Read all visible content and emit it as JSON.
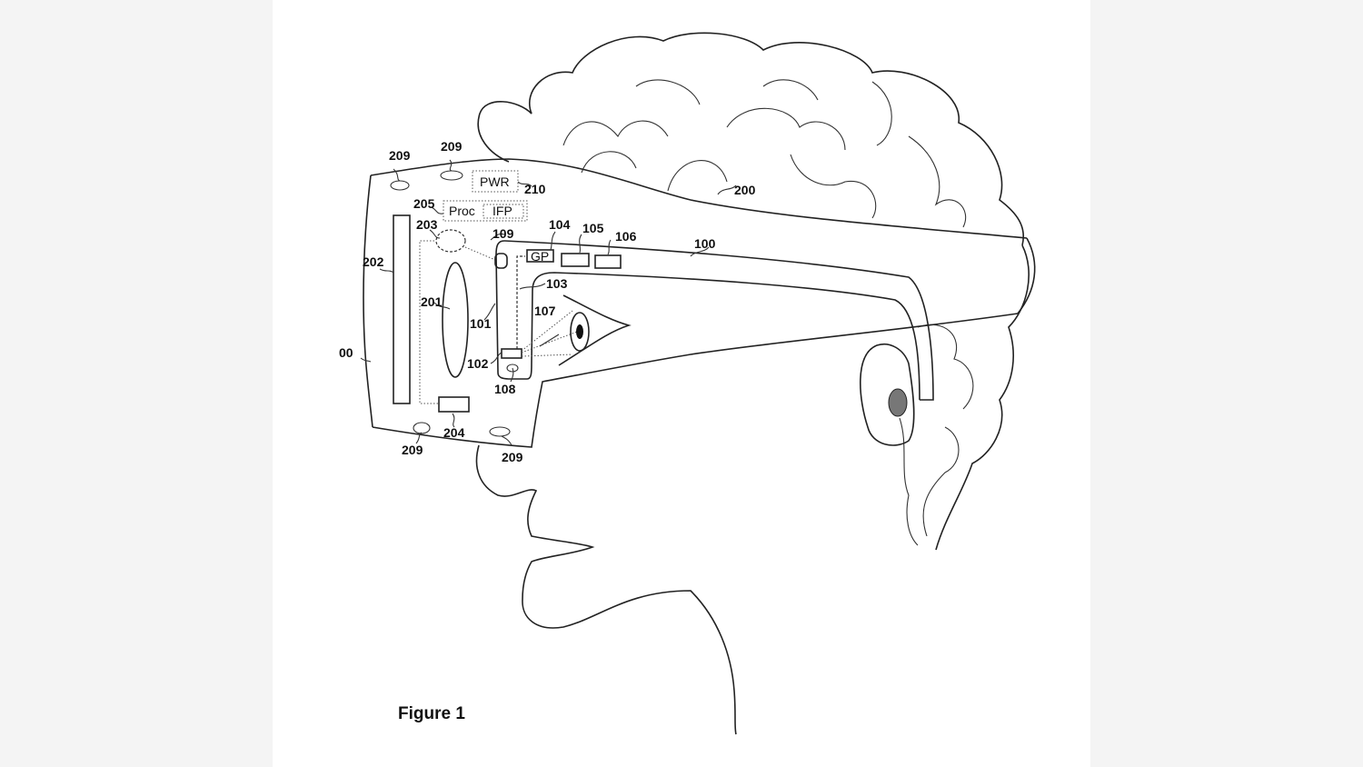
{
  "figure": {
    "caption": "Figure 1",
    "components": {
      "housing": "00",
      "strap": "100",
      "eyepiece_frame": "101",
      "eye_sensor": "102",
      "signal_path": "103",
      "gp_ref": "104",
      "gp_label": "GP",
      "module_105": "105",
      "module_106": "106",
      "gaze_ray": "107",
      "illuminator": "108",
      "connector": "109",
      "head": "200",
      "lens": "201",
      "display": "202",
      "optic": "203",
      "bottom_module": "204",
      "processor_ref": "205",
      "processor_label": "Proc",
      "ifp_label": "IFP",
      "vents": [
        "209",
        "209",
        "209",
        "209"
      ],
      "power_label": "PWR",
      "power_ref": "210"
    }
  }
}
